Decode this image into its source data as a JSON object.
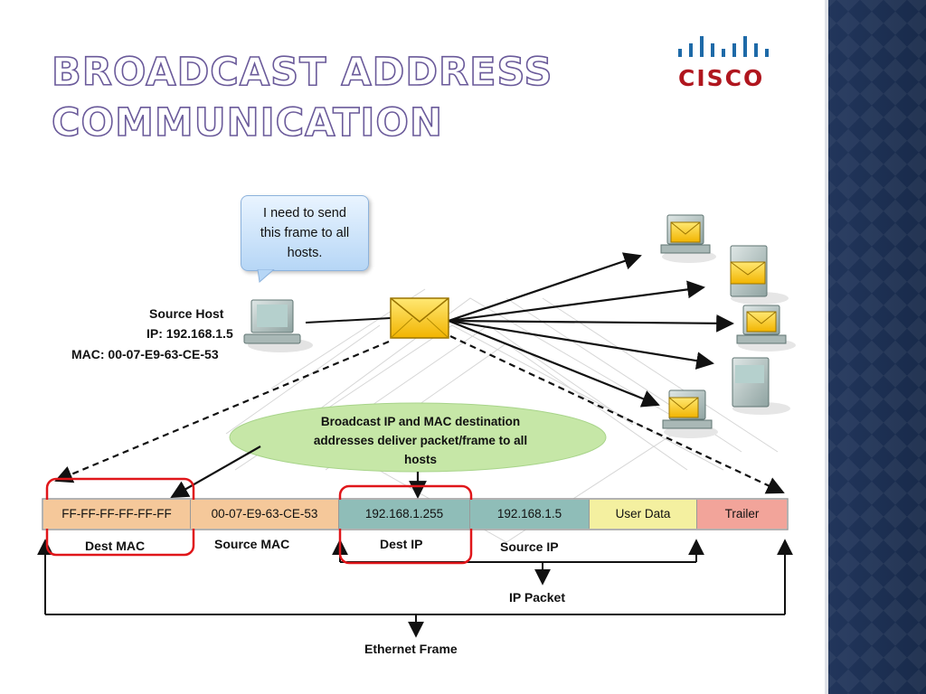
{
  "title_lines": [
    "Broadcast Address",
    "Communication"
  ],
  "logo": {
    "text": "CISCO",
    "color": "#b0161e"
  },
  "bubble": {
    "lines": [
      "I need to send",
      "this frame to all",
      "hosts."
    ]
  },
  "source_host": {
    "label": "Source Host",
    "ip": "IP: 192.168.1.5",
    "mac": "MAC: 00-07-E9-63-CE-53"
  },
  "callout": {
    "lines": [
      "Broadcast IP and MAC destination",
      "addresses deliver packet/frame to all",
      "hosts"
    ]
  },
  "frame_fields": [
    {
      "text": "FF-FF-FF-FF-FF-FF",
      "color": "#f5c89a"
    },
    {
      "text": "00-07-E9-63-CE-53",
      "color": "#f5c89a"
    },
    {
      "text": "192.168.1.255",
      "color": "#8fbdb8"
    },
    {
      "text": "192.168.1.5",
      "color": "#8fbdb8"
    },
    {
      "text": "User Data",
      "color": "#f4f0a0"
    },
    {
      "text": "Trailer",
      "color": "#f2a49a"
    }
  ],
  "field_labels": {
    "dest_mac": "Dest MAC",
    "source_mac": "Source MAC",
    "dest_ip": "Dest IP",
    "source_ip": "Source IP",
    "ip_packet": "IP Packet",
    "ethernet_frame": "Ethernet Frame"
  },
  "colors": {
    "highlight": "#e0161a",
    "ellipse": "#c6e7a7",
    "sidebar": "#1b2d4f"
  },
  "destination_hosts": [
    "workstation-icon",
    "server-icon",
    "workstation-icon",
    "server-icon",
    "workstation-icon"
  ]
}
